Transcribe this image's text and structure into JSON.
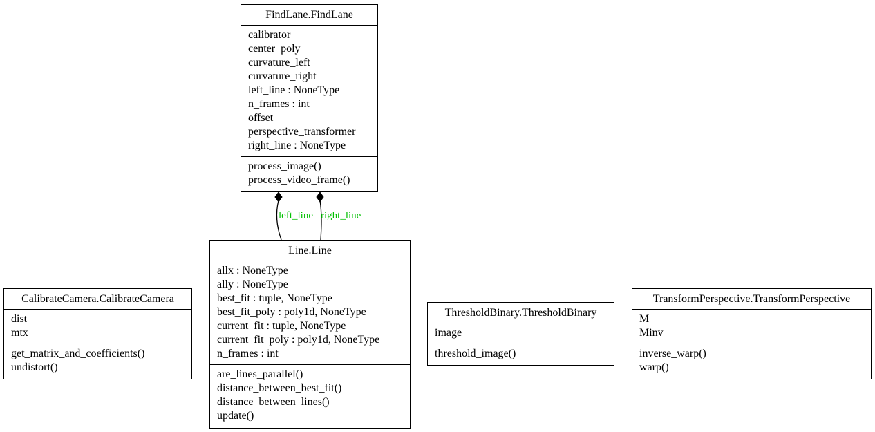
{
  "classes": {
    "findlane": {
      "name": "FindLane.FindLane",
      "attributes": [
        "calibrator",
        "center_poly",
        "curvature_left",
        "curvature_right",
        "left_line : NoneType",
        "n_frames : int",
        "offset",
        "perspective_transformer",
        "right_line : NoneType"
      ],
      "methods": [
        "process_image()",
        "process_video_frame()"
      ]
    },
    "line": {
      "name": "Line.Line",
      "attributes": [
        "allx : NoneType",
        "ally : NoneType",
        "best_fit : tuple, NoneType",
        "best_fit_poly : poly1d, NoneType",
        "current_fit : tuple, NoneType",
        "current_fit_poly : poly1d, NoneType",
        "n_frames : int"
      ],
      "methods": [
        "are_lines_parallel()",
        "distance_between_best_fit()",
        "distance_between_lines()",
        "update()"
      ]
    },
    "calibrate": {
      "name": "CalibrateCamera.CalibrateCamera",
      "attributes": [
        "dist",
        "mtx"
      ],
      "methods": [
        "get_matrix_and_coefficients()",
        "undistort()"
      ]
    },
    "threshold": {
      "name": "ThresholdBinary.ThresholdBinary",
      "attributes": [
        "image"
      ],
      "methods": [
        "threshold_image()"
      ]
    },
    "transform": {
      "name": "TransformPerspective.TransformPerspective",
      "attributes": [
        "M",
        "Minv"
      ],
      "methods": [
        "inverse_warp()",
        "warp()"
      ]
    }
  },
  "edges": [
    {
      "label": "left_line",
      "color": "#00c000"
    },
    {
      "label": "right_line",
      "color": "#00c000"
    }
  ]
}
